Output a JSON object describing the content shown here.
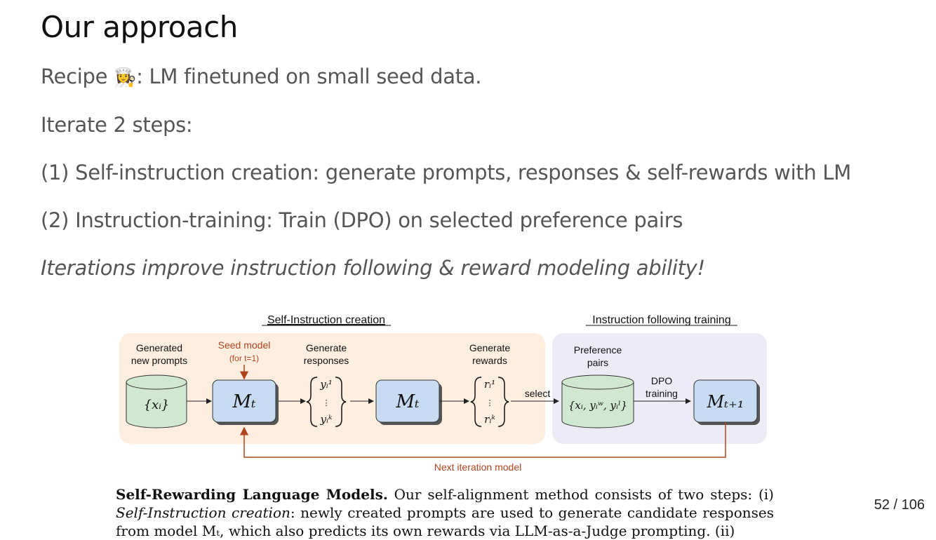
{
  "slide": {
    "title": "Our approach",
    "recipe_prefix": "Recipe ",
    "recipe_emoji": "👩‍🍳",
    "recipe_text": ": LM finetuned on small seed data.",
    "iterate": "Iterate 2 steps:",
    "step1": "(1) Self-instruction creation: generate prompts, responses & self-rewards with LM",
    "step2": "(2) Instruction-training: Train (DPO) on selected preference pairs",
    "conclusion": "Iterations improve instruction following & reward modeling ability!",
    "page": "52 / 106"
  },
  "figure": {
    "section_left": "Self-Instruction creation",
    "section_right": "Instruction following training",
    "generated_l1": "Generated",
    "generated_l2": "new prompts",
    "seed_l1": "Seed model",
    "seed_l2": "(for t=1)",
    "genresp_l1": "Generate",
    "genresp_l2": "responses",
    "genrew_l1": "Generate",
    "genrew_l2": "rewards",
    "pref_l1": "Preference",
    "pref_l2": "pairs",
    "dpo_l1": "DPO",
    "dpo_l2": "training",
    "select": "select",
    "next_iter": "Next iteration model",
    "prompts_set": "{xᵢ}",
    "model_t": "Mₜ",
    "model_next": "Mₜ₊₁",
    "resp_top": "yᵢ¹",
    "resp_bot": "yᵢᵏ",
    "rew_top": "rᵢ¹",
    "rew_bot": "rᵢᵏ",
    "dots": "⋮",
    "pairs_set": "{xᵢ, yᵢʷ, yᵢˡ}"
  },
  "caption": {
    "bold": "Self-Rewarding Language Models.",
    "text1": " Our self-alignment method consists of two steps: (i) ",
    "italic": "Self-Instruction creation",
    "text2": ": newly created prompts are used to generate candidate responses from model Mₜ, which also predicts its own rewards via LLM-as-a-Judge prompting. (ii)"
  },
  "colors": {
    "peach_panel": "#fdeee0",
    "lavender_panel": "#ecebf6",
    "cylinder_green": "#cfe8cf",
    "model_blue": "#c7dbf2",
    "arrow_red": "#b0441f"
  }
}
